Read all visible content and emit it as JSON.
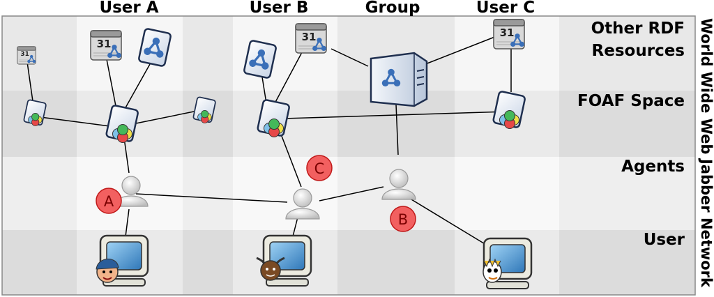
{
  "columns": {
    "user_a": "User A",
    "user_b": "User B",
    "group": "Group",
    "user_c": "User C"
  },
  "rows": {
    "other_rdf_line1": "Other RDF",
    "other_rdf_line2": "Resources",
    "foaf_space": "FOAF Space",
    "agents": "Agents",
    "user": "User"
  },
  "side_labels": {
    "world_wide_web": "World Wide Web",
    "jabber_network": "Jabber Network"
  },
  "badges": {
    "a": "A",
    "b": "B",
    "c": "C"
  },
  "calendar_day": "31",
  "colors": {
    "grid_dark": "#dcdcdc",
    "grid_mid": "#e8e8e8",
    "grid_light": "#f6f6f6",
    "badge_fill": "#f26060",
    "badge_stroke": "#c01818",
    "rdf_blue": "#3a6fb8"
  },
  "icons": [
    "calendar-rdf-icon",
    "rdf-document-icon",
    "foaf-document-icon",
    "rdf-server-icon",
    "agent-person-icon",
    "user-computer-icon"
  ]
}
